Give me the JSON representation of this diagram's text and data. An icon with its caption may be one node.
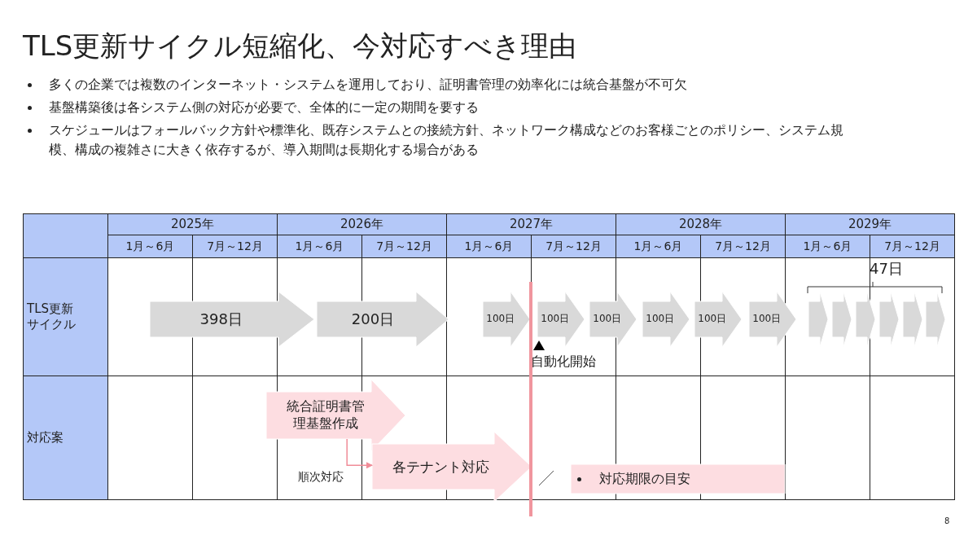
{
  "diagram": {
    "title": "TLS更新サイクル短縮化、今対応すべき理由",
    "nodes": [
      {
        "text": [
          "398日"
        ]
      },
      {
        "text": [
          "200日"
        ]
      },
      {
        "text": [
          "100日"
        ]
      },
      {
        "text": [
          "100日"
        ]
      },
      {
        "text": [
          "100日"
        ]
      },
      {
        "text": [
          "100日"
        ]
      },
      {
        "text": [
          "100日"
        ]
      },
      {
        "text": [
          "100日"
        ]
      },
      {
        "text": [],
        "shape": "chevron"
      },
      {
        "text": [],
        "shape": "chevron"
      },
      {
        "text": [],
        "shape": "chevron"
      },
      {
        "text": [],
        "shape": "chevron"
      },
      {
        "text": [],
        "shape": "chevron"
      },
      {
        "text": [],
        "shape": "chevron"
      },
      {
        "text": [
          "統合証明書管理基盤作成"
        ]
      },
      {
        "text": [
          "各テナント対応"
        ]
      },
      {
        "text": [
          "対応期限の目安"
        ]
      }
    ],
    "edges": [
      {
        "from": 14,
        "to": 15,
        "arrow": "to",
        "color": "#f08c98"
      }
    ],
    "labels": [
      "多くの企業では複数のインターネット・システムを運用しており、証明書管理の効率化には統合基盤が不可欠",
      "基盤構築後は各システム側の対応が必要で、全体的に一定の期間を要する",
      "スケジュールはフォールバック方針や標準化、既存システムとの接続方針、ネットワーク構成などのお客様ごとのポリシー、システム規模、構成の複雑さに大きく依存するが、導入期間は長期化する場合がある",
      "2025年",
      "2026年",
      "2027年",
      "2028年",
      "2029年",
      "1月～6月",
      "7月～12月",
      "1月～6月",
      "7月～12月",
      "1月～6月",
      "7月～12月",
      "1月～6月",
      "7月～12月",
      "1月～6月",
      "7月～12月",
      "TLS更新サイクル",
      "47日",
      "自動化開始",
      "対応案",
      "順次対応",
      "8"
    ]
  }
}
